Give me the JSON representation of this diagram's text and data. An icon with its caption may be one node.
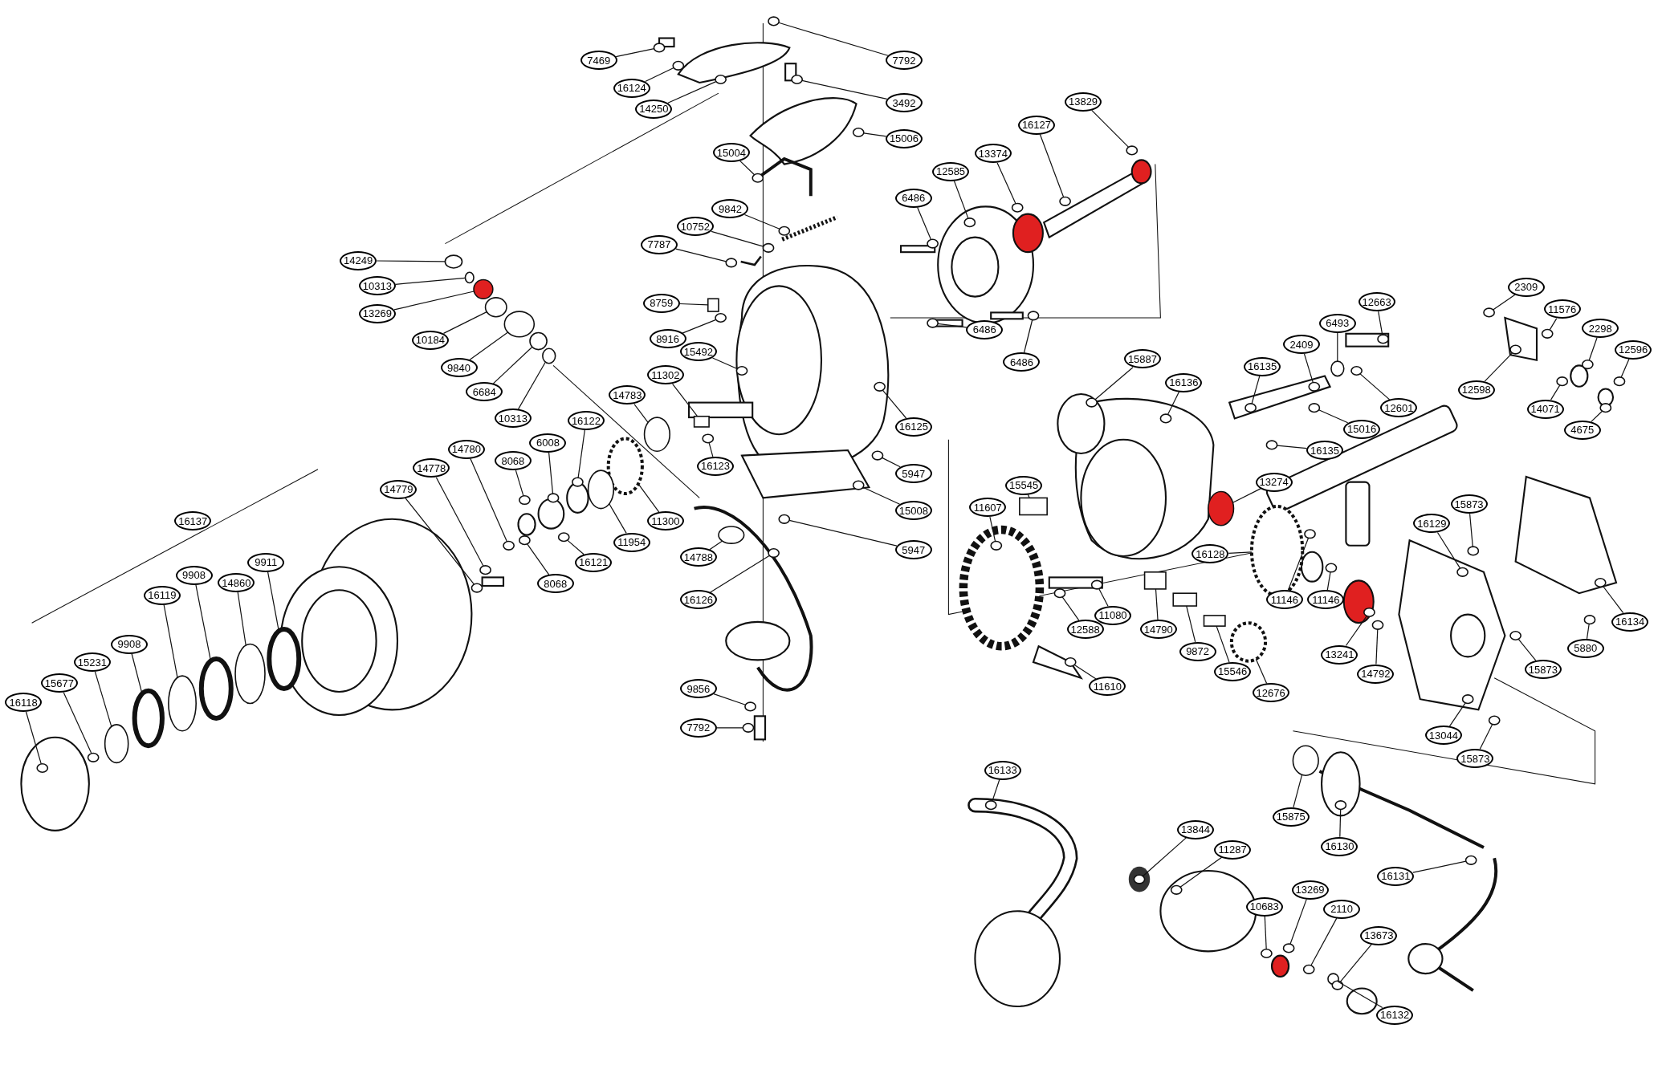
{
  "diagram": {
    "nodes": [
      {
        "text": [
          "7469"
        ]
      },
      {
        "text": [
          "7792"
        ]
      },
      {
        "text": [
          "16124"
        ]
      },
      {
        "text": [
          "14250"
        ]
      },
      {
        "text": [
          "3492"
        ]
      },
      {
        "text": [
          "15006"
        ]
      },
      {
        "text": [
          "15004"
        ]
      },
      {
        "text": [
          "9842"
        ]
      },
      {
        "text": [
          "10752"
        ]
      },
      {
        "text": [
          "7787"
        ]
      },
      {
        "text": [
          "14249"
        ]
      },
      {
        "text": [
          "10313"
        ]
      },
      {
        "text": [
          "13269"
        ]
      },
      {
        "text": [
          "10184"
        ]
      },
      {
        "text": [
          "9840"
        ]
      },
      {
        "text": [
          "6684"
        ]
      },
      {
        "text": [
          "10313"
        ]
      },
      {
        "text": [
          "8759"
        ]
      },
      {
        "text": [
          "8916"
        ]
      },
      {
        "text": [
          "15492"
        ]
      },
      {
        "text": [
          "11302"
        ]
      },
      {
        "text": [
          "14783"
        ]
      },
      {
        "text": [
          "16123"
        ]
      },
      {
        "text": [
          "11300"
        ]
      },
      {
        "text": [
          "14788"
        ]
      },
      {
        "text": [
          "16126"
        ]
      },
      {
        "text": [
          "9856"
        ]
      },
      {
        "text": [
          "7792"
        ]
      },
      {
        "text": [
          "6486"
        ]
      },
      {
        "text": [
          "12585"
        ]
      },
      {
        "text": [
          "13374"
        ]
      },
      {
        "text": [
          "16127"
        ]
      },
      {
        "text": [
          "13829"
        ]
      },
      {
        "text": [
          "6486"
        ]
      },
      {
        "text": [
          "6486"
        ]
      },
      {
        "text": [
          "16125"
        ]
      },
      {
        "text": [
          "5947"
        ]
      },
      {
        "text": [
          "15008"
        ]
      },
      {
        "text": [
          "5947"
        ]
      },
      {
        "text": [
          "16122"
        ]
      },
      {
        "text": [
          "6008"
        ]
      },
      {
        "text": [
          "8068"
        ]
      },
      {
        "text": [
          "14780"
        ]
      },
      {
        "text": [
          "14778"
        ]
      },
      {
        "text": [
          "14779"
        ]
      },
      {
        "text": [
          "8068"
        ]
      },
      {
        "text": [
          "16121"
        ]
      },
      {
        "text": [
          "11954"
        ]
      },
      {
        "text": [
          "16137"
        ]
      },
      {
        "text": [
          "9911"
        ]
      },
      {
        "text": [
          "9908"
        ]
      },
      {
        "text": [
          "14860"
        ]
      },
      {
        "text": [
          "16119"
        ]
      },
      {
        "text": [
          "9908"
        ]
      },
      {
        "text": [
          "15231"
        ]
      },
      {
        "text": [
          "15677"
        ]
      },
      {
        "text": [
          "16118"
        ]
      },
      {
        "text": [
          "15887"
        ]
      },
      {
        "text": [
          "16136"
        ]
      },
      {
        "text": [
          "15545"
        ]
      },
      {
        "text": [
          "11607"
        ]
      },
      {
        "text": [
          "12588"
        ]
      },
      {
        "text": [
          "11080"
        ]
      },
      {
        "text": [
          "14790"
        ]
      },
      {
        "text": [
          "9872"
        ]
      },
      {
        "text": [
          "15546"
        ]
      },
      {
        "text": [
          "12676"
        ]
      },
      {
        "text": [
          "11610"
        ]
      },
      {
        "text": [
          "16135"
        ]
      },
      {
        "text": [
          "2409"
        ]
      },
      {
        "text": [
          "6493"
        ]
      },
      {
        "text": [
          "12663"
        ]
      },
      {
        "text": [
          "12601"
        ]
      },
      {
        "text": [
          "15016"
        ]
      },
      {
        "text": [
          "16135"
        ]
      },
      {
        "text": [
          "13274"
        ]
      },
      {
        "text": [
          "16128"
        ]
      },
      {
        "text": [
          "11146"
        ]
      },
      {
        "text": [
          "11146"
        ]
      },
      {
        "text": [
          "13241"
        ]
      },
      {
        "text": [
          "14792"
        ]
      },
      {
        "text": [
          "16129"
        ]
      },
      {
        "text": [
          "15873"
        ]
      },
      {
        "text": [
          "16134"
        ]
      },
      {
        "text": [
          "5880"
        ]
      },
      {
        "text": [
          "15873"
        ]
      },
      {
        "text": [
          "13044"
        ]
      },
      {
        "text": [
          "15873"
        ]
      },
      {
        "text": [
          "2309"
        ]
      },
      {
        "text": [
          "11576"
        ]
      },
      {
        "text": [
          "2298"
        ]
      },
      {
        "text": [
          "12596"
        ]
      },
      {
        "text": [
          "12598"
        ]
      },
      {
        "text": [
          "14071"
        ]
      },
      {
        "text": [
          "4675"
        ]
      },
      {
        "text": [
          "16133"
        ]
      },
      {
        "text": [
          "15875"
        ]
      },
      {
        "text": [
          "16130"
        ]
      },
      {
        "text": [
          "16131"
        ]
      },
      {
        "text": [
          "13844"
        ]
      },
      {
        "text": [
          "11287"
        ]
      },
      {
        "text": [
          "10683"
        ]
      },
      {
        "text": [
          "13269"
        ]
      },
      {
        "text": [
          "2110"
        ]
      },
      {
        "text": [
          "13673"
        ]
      },
      {
        "text": [
          "16132"
        ]
      },
      {
        "text": [],
        "shape": "circle"
      },
      {
        "text": [],
        "shape": "circle"
      },
      {
        "text": [],
        "shape": "circle"
      },
      {
        "text": [],
        "shape": "circle"
      },
      {
        "text": [],
        "shape": "circle"
      },
      {
        "text": [],
        "shape": "circle"
      },
      {
        "text": [],
        "shape": "circle"
      },
      {
        "text": [],
        "shape": "circle"
      },
      {
        "text": [],
        "shape": "box"
      },
      {
        "text": [],
        "shape": "box"
      },
      {
        "text": [],
        "shape": "box"
      },
      {
        "text": [],
        "shape": "box"
      },
      {
        "text": [],
        "shape": "circle"
      },
      {
        "text": [],
        "shape": "circle"
      },
      {
        "text": [],
        "shape": "circle"
      },
      {
        "text": [],
        "shape": "circle"
      },
      {
        "text": [],
        "shape": "circle"
      },
      {
        "text": [],
        "shape": "box"
      },
      {
        "text": [],
        "shape": "box"
      },
      {
        "text": [],
        "shape": "circle"
      },
      {
        "text": [],
        "shape": "circle"
      },
      {
        "text": [],
        "shape": "circle"
      },
      {
        "text": [],
        "shape": "circle"
      },
      {
        "text": [],
        "shape": "circle"
      },
      {
        "text": [],
        "shape": "circle"
      },
      {
        "text": [],
        "shape": "circle"
      },
      {
        "text": [],
        "shape": "circle"
      },
      {
        "text": [],
        "shape": "circle"
      },
      {
        "text": [],
        "shape": "circle"
      },
      {
        "text": [],
        "shape": "circle"
      },
      {
        "text": [],
        "shape": "circle"
      },
      {
        "text": [],
        "shape": "circle"
      },
      {
        "text": [],
        "shape": "circle"
      },
      {
        "text": [],
        "shape": "circle"
      },
      {
        "text": [],
        "shape": "circle"
      },
      {
        "text": [],
        "shape": "circle"
      },
      {
        "text": [],
        "shape": "circle"
      },
      {
        "text": [],
        "shape": "circle"
      },
      {
        "text": [],
        "shape": "circle"
      },
      {
        "text": [],
        "shape": "circle"
      },
      {
        "text": [],
        "shape": "circle"
      },
      {
        "text": [],
        "shape": "circle"
      },
      {
        "text": [],
        "shape": "circle"
      },
      {
        "text": [],
        "shape": "circle"
      },
      {
        "text": [],
        "shape": "circle"
      },
      {
        "text": [],
        "shape": "circle"
      },
      {
        "text": [],
        "shape": "circle"
      },
      {
        "text": [],
        "shape": "circle"
      },
      {
        "text": [],
        "shape": "circle"
      },
      {
        "text": [],
        "shape": "circle"
      },
      {
        "text": [],
        "shape": "circle"
      },
      {
        "text": [],
        "shape": "circle"
      },
      {
        "text": [],
        "shape": "circle"
      },
      {
        "text": [],
        "shape": "circle"
      },
      {
        "text": [],
        "shape": "circle"
      },
      {
        "text": [],
        "shape": "circle"
      },
      {
        "text": [],
        "shape": "circle"
      },
      {
        "text": [],
        "shape": "circle"
      },
      {
        "text": [],
        "shape": "circle"
      },
      {
        "text": [],
        "shape": "circle"
      },
      {
        "text": [],
        "shape": "circle"
      },
      {
        "text": [],
        "shape": "circle"
      },
      {
        "text": [],
        "shape": "circle"
      },
      {
        "text": [],
        "shape": "circle"
      },
      {
        "text": [],
        "shape": "circle"
      },
      {
        "text": [],
        "shape": "circle"
      },
      {
        "text": [],
        "shape": "circle"
      },
      {
        "text": [],
        "shape": "circle"
      },
      {
        "text": [],
        "shape": "circle"
      },
      {
        "text": [],
        "shape": "circle"
      },
      {
        "text": [],
        "shape": "circle"
      },
      {
        "text": [],
        "shape": "circle"
      },
      {
        "text": [],
        "shape": "circle"
      },
      {
        "text": [],
        "shape": "circle"
      },
      {
        "text": [],
        "shape": "circle"
      },
      {
        "text": [],
        "shape": "circle"
      },
      {
        "text": [],
        "shape": "circle"
      },
      {
        "text": [],
        "shape": "circle"
      },
      {
        "text": [],
        "shape": "circle"
      },
      {
        "text": [],
        "shape": "circle"
      },
      {
        "text": [],
        "shape": "circle"
      },
      {
        "text": [],
        "shape": "circle"
      },
      {
        "text": [],
        "shape": "circle"
      },
      {
        "text": [],
        "shape": "circle"
      },
      {
        "text": [],
        "shape": "circle"
      },
      {
        "text": [],
        "shape": "circle"
      },
      {
        "text": [],
        "shape": "circle"
      },
      {
        "text": [],
        "shape": "circle"
      },
      {
        "text": [],
        "shape": "circle"
      },
      {
        "text": [],
        "shape": "circle"
      },
      {
        "text": [],
        "shape": "circle"
      },
      {
        "text": [],
        "shape": "circle"
      },
      {
        "text": [],
        "shape": "circle"
      },
      {
        "text": [],
        "shape": "circle"
      },
      {
        "text": [],
        "shape": "circle"
      },
      {
        "text": [],
        "shape": "circle"
      },
      {
        "text": [],
        "shape": "circle"
      },
      {
        "text": [],
        "shape": "circle"
      },
      {
        "text": [],
        "shape": "circle"
      },
      {
        "text": [],
        "shape": "circle"
      },
      {
        "text": [],
        "shape": "circle"
      },
      {
        "text": [],
        "shape": "circle"
      },
      {
        "text": [],
        "shape": "circle"
      },
      {
        "text": [],
        "shape": "circle"
      },
      {
        "text": [],
        "shape": "circle"
      }
    ],
    "edges": [
      {
        "from": 0,
        "to": 136,
        "arrow": "none"
      },
      {
        "from": 1,
        "to": 137,
        "arrow": "none"
      },
      {
        "from": 2,
        "to": 138,
        "arrow": "none"
      },
      {
        "from": 3,
        "to": 139,
        "arrow": "none"
      },
      {
        "from": 4,
        "to": 140,
        "arrow": "none"
      },
      {
        "from": 5,
        "to": 141,
        "arrow": "none"
      },
      {
        "from": 6,
        "to": 142,
        "arrow": "none"
      },
      {
        "from": 7,
        "to": 143,
        "arrow": "none"
      },
      {
        "from": 8,
        "to": 144,
        "arrow": "none"
      },
      {
        "from": 9,
        "to": 145,
        "arrow": "none"
      },
      {
        "from": 10,
        "to": 135,
        "arrow": "none"
      },
      {
        "from": 11,
        "to": 106,
        "arrow": "none"
      },
      {
        "from": 12,
        "to": 122,
        "arrow": "none"
      },
      {
        "from": 13,
        "to": 107,
        "arrow": "none"
      },
      {
        "from": 14,
        "to": 108,
        "arrow": "none"
      },
      {
        "from": 15,
        "to": 109,
        "arrow": "none"
      },
      {
        "from": 16,
        "to": 110,
        "arrow": "none"
      },
      {
        "from": 17,
        "to": 123,
        "arrow": "none"
      },
      {
        "from": 18,
        "to": 120,
        "arrow": "none"
      },
      {
        "from": 19,
        "to": 146,
        "arrow": "none"
      },
      {
        "from": 20,
        "to": 124,
        "arrow": "none"
      },
      {
        "from": 21,
        "to": 111,
        "arrow": "none"
      },
      {
        "from": 22,
        "to": 147,
        "arrow": "none"
      },
      {
        "from": 23,
        "to": 113,
        "arrow": "none"
      },
      {
        "from": 24,
        "to": 112,
        "arrow": "none"
      },
      {
        "from": 25,
        "to": 148,
        "arrow": "none"
      },
      {
        "from": 26,
        "to": 149,
        "arrow": "none"
      },
      {
        "from": 27,
        "to": 150,
        "arrow": "none"
      },
      {
        "from": 28,
        "to": 151,
        "arrow": "none"
      },
      {
        "from": 29,
        "to": 152,
        "arrow": "none"
      },
      {
        "from": 30,
        "to": 153,
        "arrow": "none"
      },
      {
        "from": 31,
        "to": 154,
        "arrow": "none"
      },
      {
        "from": 32,
        "to": 155,
        "arrow": "none"
      },
      {
        "from": 33,
        "to": 156,
        "arrow": "none"
      },
      {
        "from": 34,
        "to": 157,
        "arrow": "none"
      },
      {
        "from": 35,
        "to": 158,
        "arrow": "none"
      },
      {
        "from": 36,
        "to": 159,
        "arrow": "none"
      },
      {
        "from": 37,
        "to": 160,
        "arrow": "none"
      },
      {
        "from": 38,
        "to": 161,
        "arrow": "none"
      },
      {
        "from": 39,
        "to": 162,
        "arrow": "none"
      },
      {
        "from": 40,
        "to": 163,
        "arrow": "none"
      },
      {
        "from": 41,
        "to": 164,
        "arrow": "none"
      },
      {
        "from": 42,
        "to": 165,
        "arrow": "none"
      },
      {
        "from": 43,
        "to": 166,
        "arrow": "none"
      },
      {
        "from": 44,
        "to": 167,
        "arrow": "none"
      },
      {
        "from": 45,
        "to": 168,
        "arrow": "none"
      },
      {
        "from": 46,
        "to": 169,
        "arrow": "none"
      },
      {
        "from": 47,
        "to": 125,
        "arrow": "none"
      },
      {
        "from": 49,
        "to": 126,
        "arrow": "none"
      },
      {
        "from": 50,
        "to": 127,
        "arrow": "none"
      },
      {
        "from": 51,
        "to": 121,
        "arrow": "none"
      },
      {
        "from": 52,
        "to": 128,
        "arrow": "none"
      },
      {
        "from": 53,
        "to": 129,
        "arrow": "none"
      },
      {
        "from": 54,
        "to": 130,
        "arrow": "none"
      },
      {
        "from": 55,
        "to": 170,
        "arrow": "none"
      },
      {
        "from": 56,
        "to": 171,
        "arrow": "none"
      },
      {
        "from": 57,
        "to": 172,
        "arrow": "none"
      },
      {
        "from": 58,
        "to": 173,
        "arrow": "none"
      },
      {
        "from": 59,
        "to": 114,
        "arrow": "none"
      },
      {
        "from": 60,
        "to": 174,
        "arrow": "none"
      },
      {
        "from": 61,
        "to": 175,
        "arrow": "none"
      },
      {
        "from": 62,
        "to": 176,
        "arrow": "none"
      },
      {
        "from": 63,
        "to": 115,
        "arrow": "none"
      },
      {
        "from": 64,
        "to": 116,
        "arrow": "none"
      },
      {
        "from": 65,
        "to": 117,
        "arrow": "none"
      },
      {
        "from": 66,
        "to": 118,
        "arrow": "none"
      },
      {
        "from": 67,
        "to": 177,
        "arrow": "none"
      },
      {
        "from": 68,
        "to": 178,
        "arrow": "none"
      },
      {
        "from": 69,
        "to": 179,
        "arrow": "none"
      },
      {
        "from": 70,
        "to": 119,
        "arrow": "none"
      },
      {
        "from": 71,
        "to": 180,
        "arrow": "none"
      },
      {
        "from": 72,
        "to": 181,
        "arrow": "none"
      },
      {
        "from": 73,
        "to": 182,
        "arrow": "none"
      },
      {
        "from": 74,
        "to": 183,
        "arrow": "none"
      },
      {
        "from": 75,
        "to": 131,
        "arrow": "none"
      },
      {
        "from": 76,
        "to": 132,
        "arrow": "none"
      },
      {
        "from": 77,
        "to": 184,
        "arrow": "none"
      },
      {
        "from": 78,
        "to": 185,
        "arrow": "none"
      },
      {
        "from": 79,
        "to": 186,
        "arrow": "none"
      },
      {
        "from": 80,
        "to": 187,
        "arrow": "none"
      },
      {
        "from": 81,
        "to": 188,
        "arrow": "none"
      },
      {
        "from": 82,
        "to": 189,
        "arrow": "none"
      },
      {
        "from": 83,
        "to": 190,
        "arrow": "none"
      },
      {
        "from": 84,
        "to": 191,
        "arrow": "none"
      },
      {
        "from": 85,
        "to": 192,
        "arrow": "none"
      },
      {
        "from": 86,
        "to": 193,
        "arrow": "none"
      },
      {
        "from": 87,
        "to": 194,
        "arrow": "none"
      },
      {
        "from": 88,
        "to": 195,
        "arrow": "none"
      },
      {
        "from": 89,
        "to": 196,
        "arrow": "none"
      },
      {
        "from": 90,
        "to": 197,
        "arrow": "none"
      },
      {
        "from": 91,
        "to": 198,
        "arrow": "none"
      },
      {
        "from": 92,
        "to": 199,
        "arrow": "none"
      },
      {
        "from": 93,
        "to": 200,
        "arrow": "none"
      },
      {
        "from": 94,
        "to": 201,
        "arrow": "none"
      },
      {
        "from": 95,
        "to": 202,
        "arrow": "none"
      },
      {
        "from": 96,
        "to": 133,
        "arrow": "none"
      },
      {
        "from": 97,
        "to": 203,
        "arrow": "none"
      },
      {
        "from": 98,
        "to": 204,
        "arrow": "none"
      },
      {
        "from": 99,
        "to": 205,
        "arrow": "none"
      },
      {
        "from": 100,
        "to": 206,
        "arrow": "none"
      },
      {
        "from": 101,
        "to": 207,
        "arrow": "none"
      },
      {
        "from": 102,
        "to": 208,
        "arrow": "none"
      },
      {
        "from": 103,
        "to": 209,
        "arrow": "none"
      },
      {
        "from": 104,
        "to": 210,
        "arrow": "none"
      },
      {
        "from": 105,
        "to": 134,
        "arrow": "none"
      }
    ]
  }
}
